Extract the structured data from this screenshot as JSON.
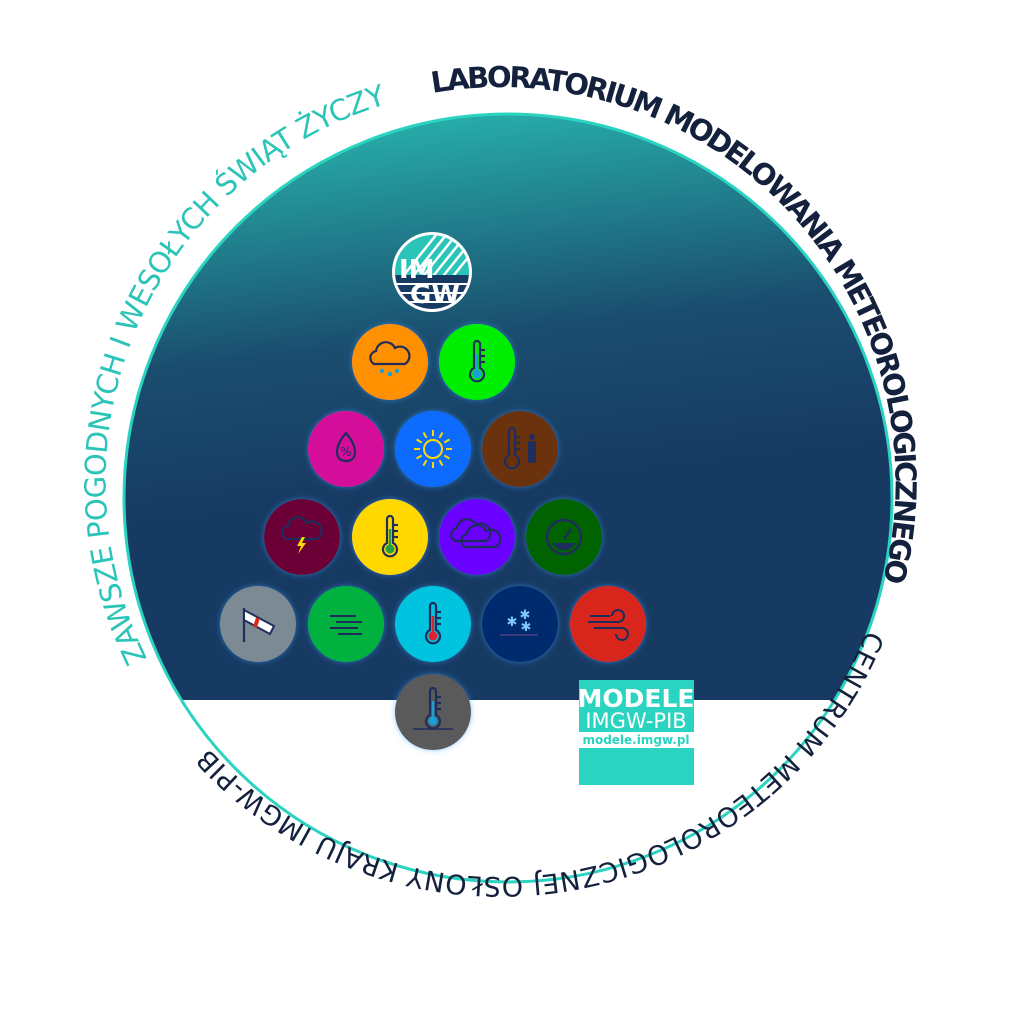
{
  "ring_text": {
    "greeting": "ZAWSZE POGODNYCH I WESOŁYCH ŚWIĄT ŻYCZY",
    "lab": "LABORATORIUM MODELOWANIA METEOROLOGICZNEGO",
    "center": "CENTRUM METEOROLOGICZNEJ OSŁONY KRAJU IMGW-PIB"
  },
  "logo": {
    "line1": "IM",
    "line2": "GW"
  },
  "badge": {
    "title": "MODELE",
    "subtitle": "IMGW-PIB",
    "url": "modele.imgw.pl"
  },
  "colors": {
    "teal": "#2ac4b8",
    "navy": "#173a63",
    "dark": "#14213d",
    "badge": "#2ad4c0"
  },
  "bubbles": [
    {
      "icon": "snow-rain-cloud-icon",
      "color": "#ff9100"
    },
    {
      "icon": "thermometer-icon",
      "color": "#00ee00"
    },
    {
      "icon": "humidity-drop-icon",
      "color": "#d4119a"
    },
    {
      "icon": "sun-icon",
      "color": "#0a6cff"
    },
    {
      "icon": "feels-like-temperature-icon",
      "color": "#6b3208"
    },
    {
      "icon": "storm-cloud-icon",
      "color": "#6a0034"
    },
    {
      "icon": "thermometer-icon",
      "color": "#ffd800"
    },
    {
      "icon": "clouds-icon",
      "color": "#6a00ff"
    },
    {
      "icon": "pressure-gauge-icon",
      "color": "#006400"
    },
    {
      "icon": "windsock-icon",
      "color": "#7b8a93"
    },
    {
      "icon": "fog-icon",
      "color": "#00b140"
    },
    {
      "icon": "thermometer-hot-icon",
      "color": "#05c3e0"
    },
    {
      "icon": "snowfall-icon",
      "color": "#062a6e"
    },
    {
      "icon": "wind-icon",
      "color": "#d9261c"
    },
    {
      "icon": "ground-thermometer-icon",
      "color": "#5a5a5a"
    }
  ]
}
